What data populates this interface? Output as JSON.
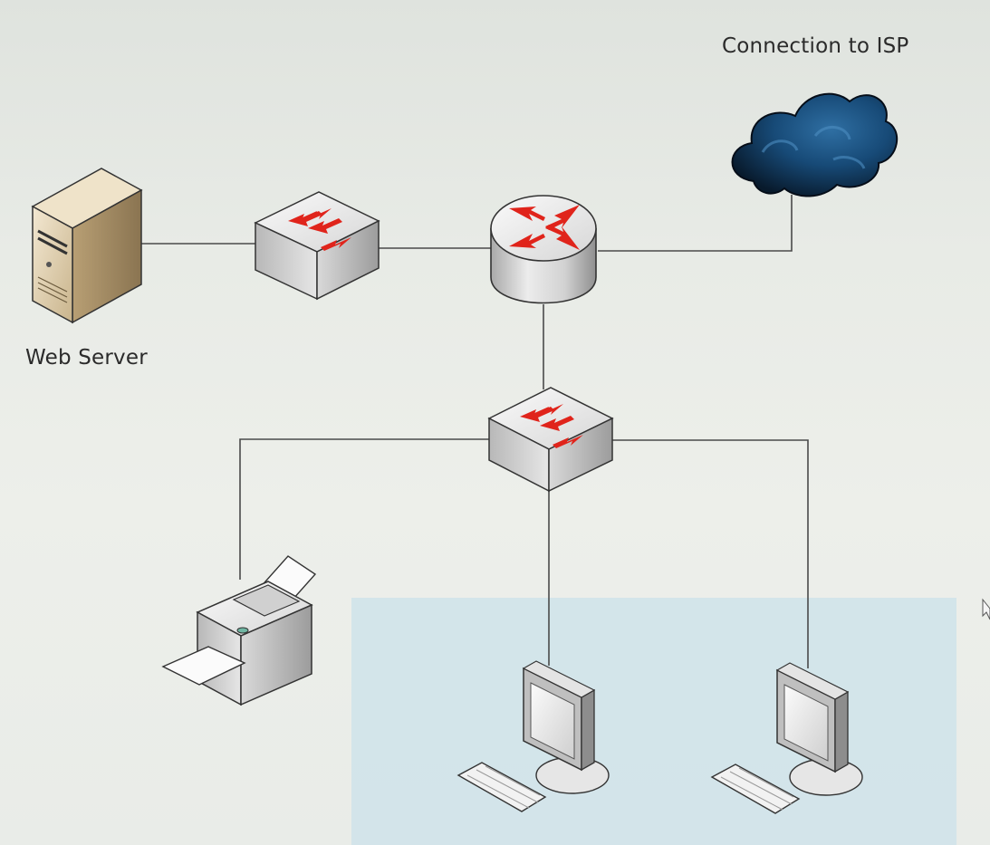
{
  "labels": {
    "isp": "Connection to ISP",
    "web_server": "Web Server"
  },
  "devices": [
    {
      "id": "cloud",
      "type": "cloud-icon",
      "label_ref": "labels.isp"
    },
    {
      "id": "web-server",
      "type": "server-icon",
      "label_ref": "labels.web_server"
    },
    {
      "id": "switch-top",
      "type": "switch-icon"
    },
    {
      "id": "router",
      "type": "router-icon"
    },
    {
      "id": "switch-bottom",
      "type": "switch-icon"
    },
    {
      "id": "printer",
      "type": "printer-icon"
    },
    {
      "id": "workstation-1",
      "type": "workstation-icon"
    },
    {
      "id": "workstation-2",
      "type": "workstation-icon"
    }
  ],
  "connections": [
    [
      "web-server",
      "switch-top"
    ],
    [
      "switch-top",
      "router"
    ],
    [
      "router",
      "cloud"
    ],
    [
      "router",
      "switch-bottom"
    ],
    [
      "switch-bottom",
      "printer"
    ],
    [
      "switch-bottom",
      "workstation-1"
    ],
    [
      "switch-bottom",
      "workstation-2"
    ]
  ],
  "colors": {
    "arrow_red": "#e0241b",
    "cloud_dark": "#0f2a44",
    "server_tan": "#d9c6a2",
    "device_gray": "#c9c9c9",
    "highlight_blue": "#cfe3ea"
  }
}
